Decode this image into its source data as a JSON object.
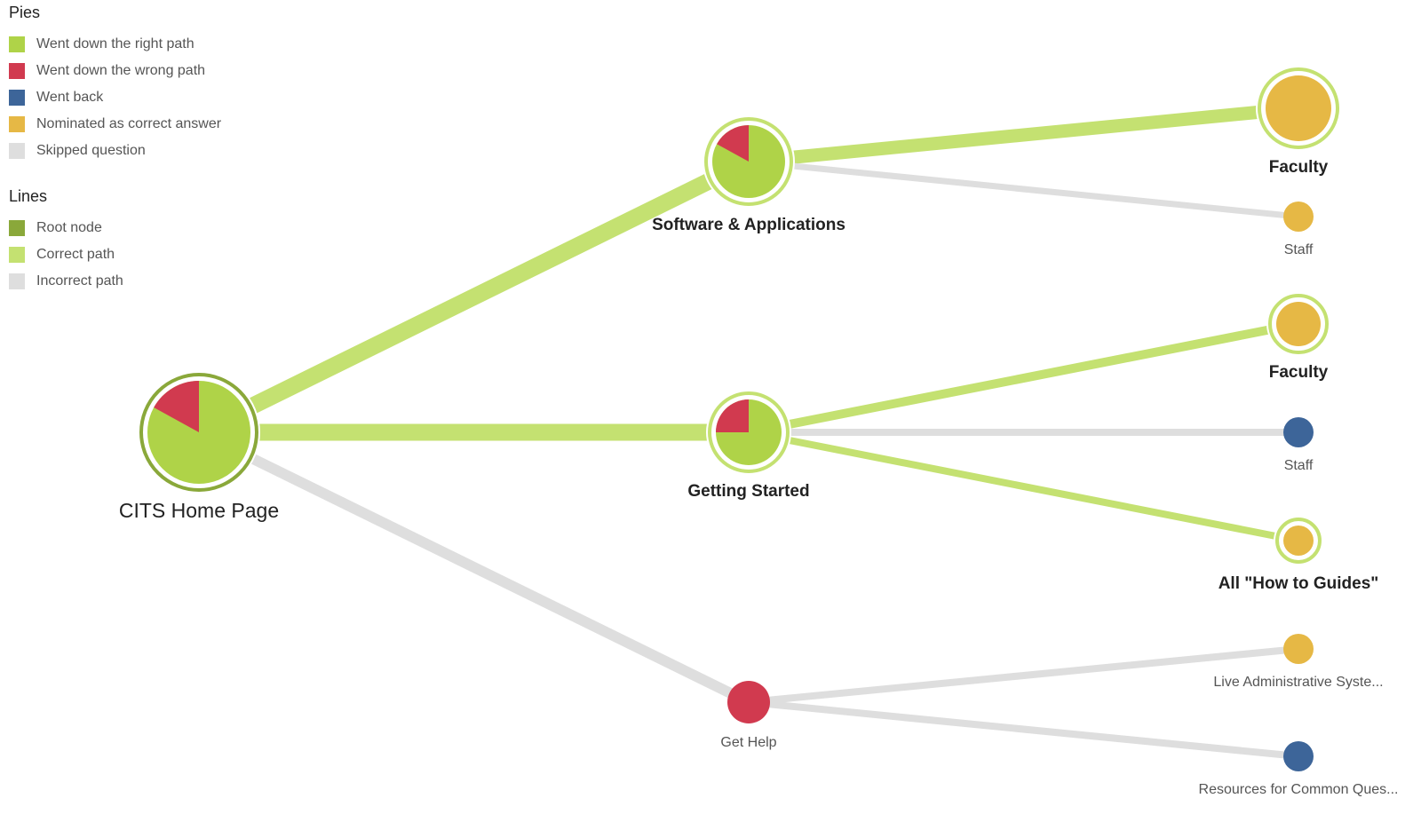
{
  "colors": {
    "right_path": "#afd348",
    "wrong_path": "#d13a4f",
    "went_back": "#3d6599",
    "nominated": "#e6b845",
    "skipped": "#dedede",
    "root_line": "#8aa83a",
    "correct_line": "#c4e171",
    "incorrect_line": "#dedede"
  },
  "legend": {
    "pies_title": "Pies",
    "pies": [
      {
        "label": "Went down the right path",
        "color": "#afd348"
      },
      {
        "label": "Went down the wrong path",
        "color": "#d13a4f"
      },
      {
        "label": "Went back",
        "color": "#3d6599"
      },
      {
        "label": "Nominated as correct answer",
        "color": "#e6b845"
      },
      {
        "label": "Skipped question",
        "color": "#dedede"
      }
    ],
    "lines_title": "Lines",
    "lines": [
      {
        "label": "Root node",
        "color": "#8aa83a"
      },
      {
        "label": "Correct path",
        "color": "#c4e171"
      },
      {
        "label": "Incorrect path",
        "color": "#dedede"
      }
    ]
  },
  "tree": {
    "nodes": [
      {
        "id": "root",
        "label": "CITS Home Page",
        "kind": "root",
        "right_share": 0.83,
        "wrong_share": 0.17
      },
      {
        "id": "software",
        "label": "Software & Applications",
        "kind": "correct",
        "right_share": 0.83,
        "wrong_share": 0.17
      },
      {
        "id": "getting_started",
        "label": "Getting Started",
        "kind": "correct",
        "right_share": 0.75,
        "wrong_share": 0.25
      },
      {
        "id": "get_help",
        "label": "Get Help",
        "kind": "incorrect",
        "fill": "wrong_path"
      },
      {
        "id": "faculty_1",
        "label": "Faculty",
        "kind": "correct",
        "fill": "nominated"
      },
      {
        "id": "staff_1",
        "label": "Staff",
        "kind": "incorrect",
        "fill": "nominated"
      },
      {
        "id": "faculty_2",
        "label": "Faculty",
        "kind": "correct",
        "fill": "nominated"
      },
      {
        "id": "staff_2",
        "label": "Staff",
        "kind": "incorrect",
        "fill": "went_back"
      },
      {
        "id": "how_to",
        "label": "All \"How to Guides\"",
        "kind": "correct",
        "fill": "nominated"
      },
      {
        "id": "live_admin",
        "label": "Live Administrative Syste...",
        "kind": "incorrect",
        "fill": "nominated"
      },
      {
        "id": "resources",
        "label": "Resources for Common Ques...",
        "kind": "incorrect",
        "fill": "went_back"
      }
    ],
    "edges": [
      {
        "from": "root",
        "to": "software",
        "path": "correct"
      },
      {
        "from": "root",
        "to": "getting_started",
        "path": "correct"
      },
      {
        "from": "root",
        "to": "get_help",
        "path": "incorrect"
      },
      {
        "from": "software",
        "to": "faculty_1",
        "path": "correct"
      },
      {
        "from": "software",
        "to": "staff_1",
        "path": "incorrect"
      },
      {
        "from": "getting_started",
        "to": "faculty_2",
        "path": "correct"
      },
      {
        "from": "getting_started",
        "to": "staff_2",
        "path": "incorrect"
      },
      {
        "from": "getting_started",
        "to": "how_to",
        "path": "correct"
      },
      {
        "from": "get_help",
        "to": "live_admin",
        "path": "incorrect"
      },
      {
        "from": "get_help",
        "to": "resources",
        "path": "incorrect"
      }
    ]
  }
}
